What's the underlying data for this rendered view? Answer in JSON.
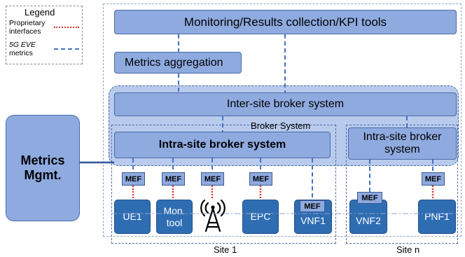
{
  "legend": {
    "title": "Legend",
    "items": [
      {
        "label": "Proprietary interfaces",
        "lines": [
          "Proprietary",
          "interfaces"
        ],
        "style": "dotted",
        "color": "#d9372a"
      },
      {
        "label": "5G EVE metrics",
        "lines": [
          "5G EVE",
          "metrics"
        ],
        "style": "dashed",
        "color": "#4472c4"
      }
    ]
  },
  "boxes": {
    "monitoring": "Monitoring/Results collection/KPI tools",
    "aggregation": "Metrics aggregation",
    "inter_broker": "Inter-site broker system",
    "broker_region": "Broker System",
    "intra_broker_1": "Intra-site broker system",
    "intra_broker_n_line1": "Intra-site broker",
    "intra_broker_n_line2": "system",
    "metrics_mgmt_line1": "Metrics",
    "metrics_mgmt_line2": "Mgmt."
  },
  "mef_label": "MEF",
  "components": {
    "ue1": "UE1",
    "mon_tool_line1": "Mon.",
    "mon_tool_line2": "tool",
    "epc": "EPC",
    "vnf1": "VNF1",
    "vnf2": "VNF2",
    "pnf1": "PNF1"
  },
  "sites": {
    "site1": "Site 1",
    "siten": "Site n"
  },
  "icons": {
    "antenna": "antenna-tower-icon"
  },
  "colors": {
    "light_box": "#8eaadf",
    "dark_box": "#2f6db3",
    "proprietary": "#d9372a",
    "metrics_line": "#4472c4"
  }
}
